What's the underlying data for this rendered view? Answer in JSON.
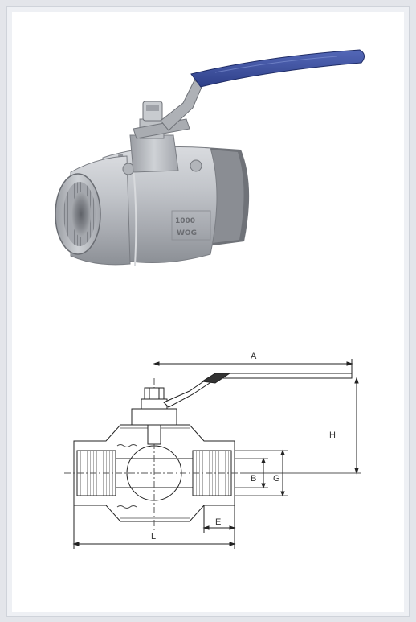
{
  "photo": {
    "body_markings": [
      "1000",
      "WOG"
    ],
    "colors": {
      "handle": "#3a4fa0",
      "steel": "#b9bcc1",
      "steel_dark": "#7c7f85"
    }
  },
  "drawing": {
    "dimensions": {
      "a": "A",
      "h": "H",
      "b": "B",
      "g": "G",
      "l": "L",
      "e": "E"
    }
  }
}
